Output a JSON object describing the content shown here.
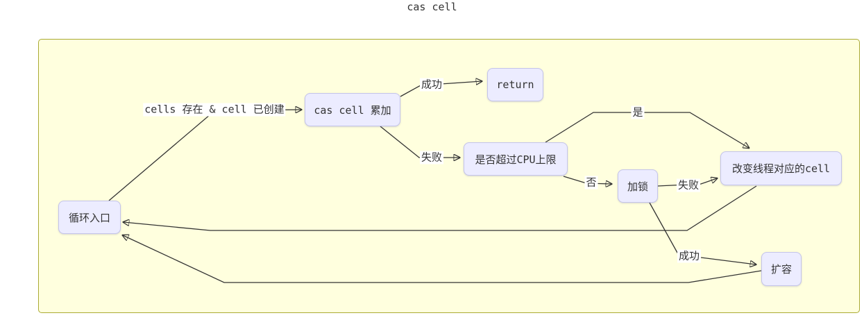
{
  "diagram": {
    "title": "cas cell",
    "nodes": {
      "loop_entry": "循环入口",
      "cas_add": "cas cell 累加",
      "return_node": "return",
      "cpu_check": "是否超过CPU上限",
      "lock": "加锁",
      "change_cell": "改变线程对应的cell",
      "expand": "扩容"
    },
    "edge_labels": {
      "condition": "cells 存在 & cell 已创建",
      "success_top": "成功",
      "fail_left": "失败",
      "yes": "是",
      "no": "否",
      "fail_right": "失败",
      "success_bottom": "成功"
    },
    "colors": {
      "cluster_fill": "#ffffde",
      "cluster_border": "#aaaa33",
      "node_fill": "#ececff",
      "node_border": "#c4c4ea",
      "edge_stroke": "#333333",
      "text": "#333333",
      "label_background": "#ffffff"
    }
  }
}
